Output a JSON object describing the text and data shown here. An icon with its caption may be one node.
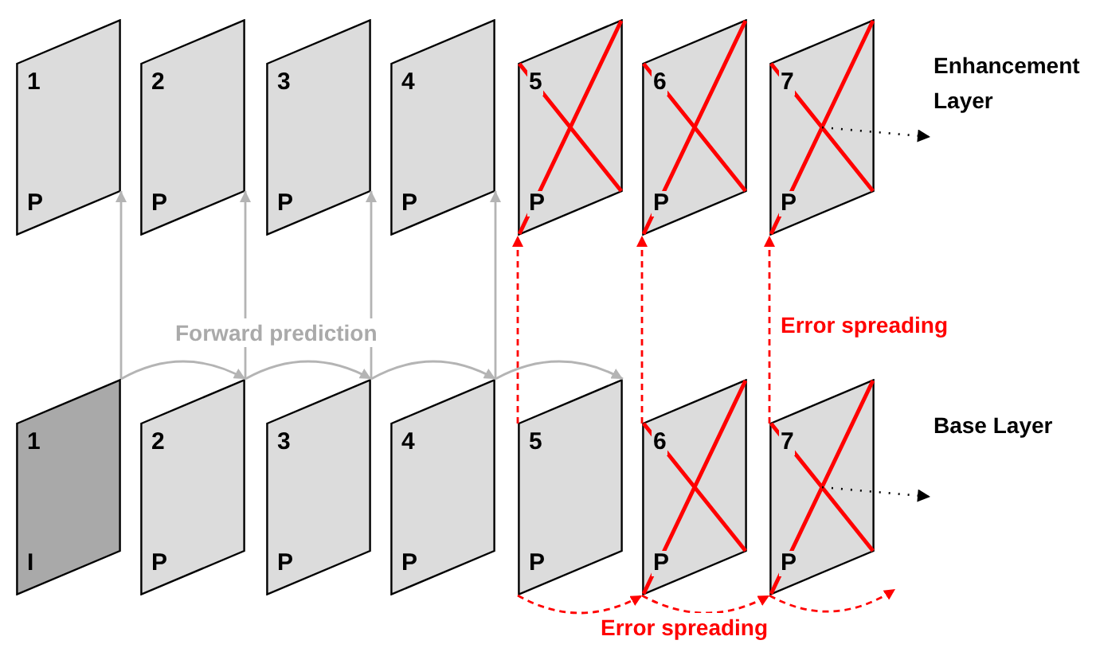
{
  "diagram": {
    "nodes": [
      {
        "text": [
          "1",
          "P"
        ]
      },
      {
        "text": [
          "2",
          "P"
        ]
      },
      {
        "text": [
          "3",
          "P"
        ]
      },
      {
        "text": [
          "4",
          "P"
        ]
      },
      {
        "text": [
          "5",
          "P"
        ]
      },
      {
        "text": [
          "6",
          "P"
        ]
      },
      {
        "text": [
          "7",
          "P"
        ]
      },
      {
        "text": [
          "1",
          "I"
        ]
      },
      {
        "text": [
          "2",
          "P"
        ]
      },
      {
        "text": [
          "3",
          "P"
        ]
      },
      {
        "text": [
          "4",
          "P"
        ]
      },
      {
        "text": [
          "5",
          "P"
        ]
      },
      {
        "text": [
          "6",
          "P"
        ]
      },
      {
        "text": [
          "7",
          "P"
        ]
      },
      {
        "text": [
          "Enhancement Layer"
        ]
      },
      {
        "text": [
          "Base Layer"
        ]
      }
    ],
    "edges": [
      {
        "from": 7,
        "to": 0,
        "arrow": "to"
      },
      {
        "from": 8,
        "to": 1,
        "arrow": "to"
      },
      {
        "from": 9,
        "to": 2,
        "arrow": "to"
      },
      {
        "from": 10,
        "to": 3,
        "arrow": "to"
      },
      {
        "from": 11,
        "to": 4,
        "arrow": "to",
        "style": "dashed",
        "color": "#ff0000"
      },
      {
        "from": 12,
        "to": 5,
        "arrow": "to",
        "style": "dashed",
        "color": "#ff0000"
      },
      {
        "from": 13,
        "to": 6,
        "arrow": "to",
        "style": "dashed",
        "color": "#ff0000"
      },
      {
        "from": 7,
        "to": 8,
        "arrow": "to"
      },
      {
        "from": 8,
        "to": 9,
        "arrow": "to"
      },
      {
        "from": 9,
        "to": 10,
        "arrow": "to"
      },
      {
        "from": 10,
        "to": 11,
        "arrow": "to"
      },
      {
        "from": 11,
        "to": 12,
        "arrow": "to",
        "style": "dashed",
        "color": "#ff0000"
      },
      {
        "from": 12,
        "to": 13,
        "arrow": "to",
        "style": "dashed",
        "color": "#ff0000"
      },
      {
        "from": 13,
        "to": null,
        "arrow": "to",
        "style": "dashed",
        "color": "#ff0000"
      },
      {
        "from": 6,
        "to": 14,
        "arrow": "to",
        "style": "dashed",
        "color": "#000000"
      },
      {
        "from": 13,
        "to": 15,
        "arrow": "to",
        "style": "dashed",
        "color": "#000000"
      }
    ],
    "labels": [
      "Error spreading",
      "Forward prediction",
      "Error spreading"
    ]
  }
}
